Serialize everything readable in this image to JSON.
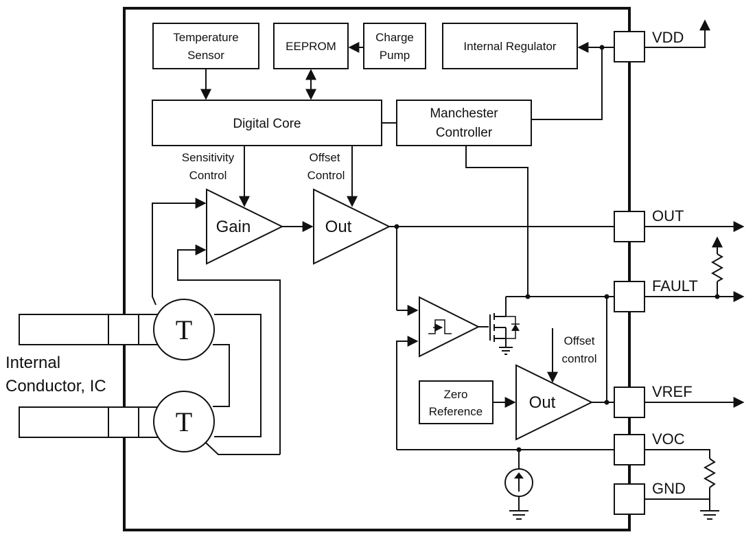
{
  "blocks": {
    "temperature_sensor": [
      "Temperature",
      "Sensor"
    ],
    "eeprom": "EEPROM",
    "charge_pump": [
      "Charge",
      "Pump"
    ],
    "internal_regulator": "Internal Regulator",
    "digital_core": "Digital Core",
    "manchester_controller": [
      "Manchester",
      "Controller"
    ],
    "zero_reference": [
      "Zero",
      "Reference"
    ]
  },
  "amplifiers": {
    "gain": "Gain",
    "out_main": "Out",
    "out_ref": "Out"
  },
  "signals": {
    "sensitivity_control": [
      "Sensitivity",
      "Control"
    ],
    "offset_control": [
      "Offset",
      "Control"
    ],
    "offset_control_ref": [
      "Offset",
      "control"
    ]
  },
  "pins": {
    "vdd": "VDD",
    "out": "OUT",
    "fault": "FAULT",
    "vref": "VREF",
    "voc": "VOC",
    "gnd": "GND"
  },
  "sensors": {
    "t1": "T",
    "t2": "T"
  },
  "external": {
    "conductor_label": [
      "Internal",
      "Conductor, IC"
    ]
  }
}
